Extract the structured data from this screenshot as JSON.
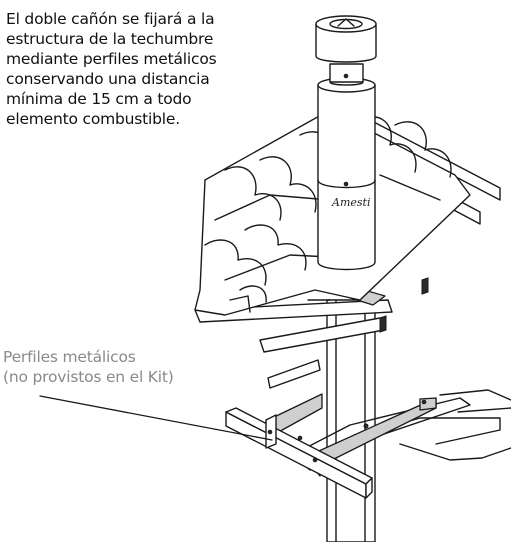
{
  "caption": {
    "lines": [
      "El doble cañón se fijará a la",
      "estructura de la techumbre",
      "mediante perfiles metálicos",
      "conservando una distancia",
      "mínima de 15 cm a todo",
      "elemento combustible."
    ]
  },
  "callout": {
    "lines": [
      "Perfiles metálicos",
      "(no provistos en el Kit)"
    ]
  },
  "brand_mark": "Amesti",
  "colors": {
    "text": "#111111",
    "callout_text": "#8a8a8a",
    "profile_fill": "#cfcfcf",
    "line": "#1a1a1a"
  }
}
